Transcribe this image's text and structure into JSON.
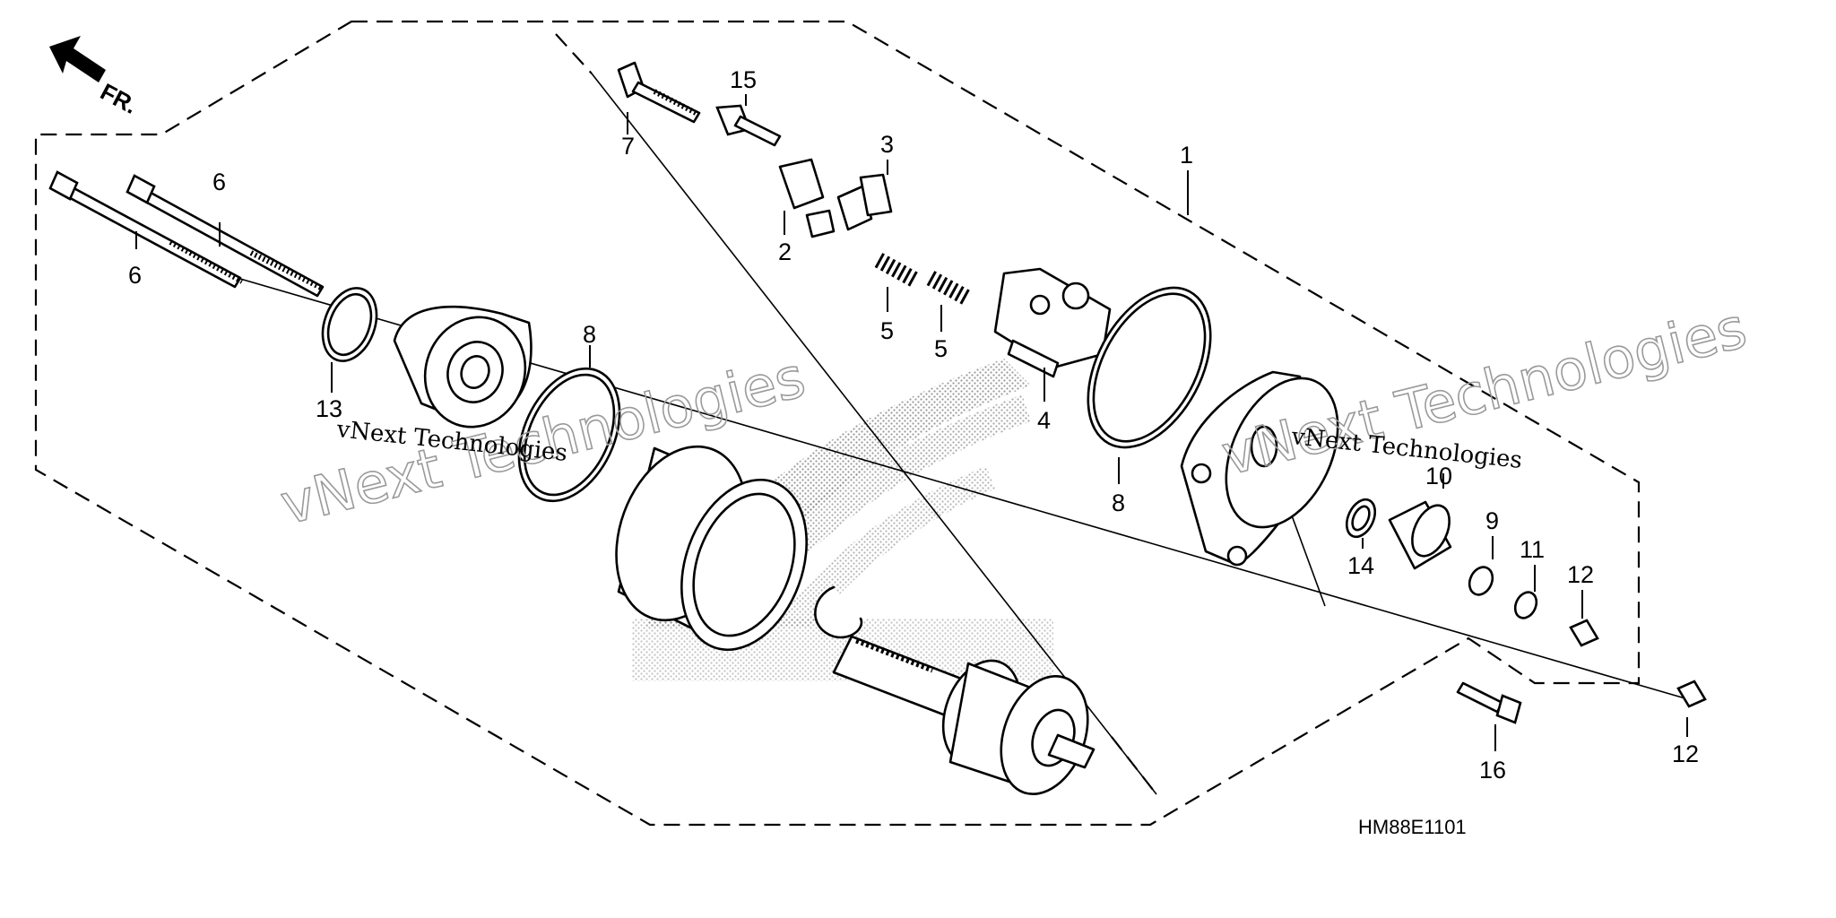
{
  "direction": {
    "label": "FR.",
    "icon": "front-direction-arrow-icon"
  },
  "callouts": {
    "c1": "1",
    "c2": "2",
    "c3": "3",
    "c4": "4",
    "c5a": "5",
    "c5b": "5",
    "c6a": "6",
    "c6b": "6",
    "c7": "7",
    "c8a": "8",
    "c8b": "8",
    "c9": "9",
    "c10": "10",
    "c11": "11",
    "c12a": "12",
    "c12b": "12",
    "c13": "13",
    "c14": "14",
    "c15": "15",
    "c16": "16"
  },
  "diagram_code": "HM88E1101",
  "watermark": {
    "outline_left": "vNext Technologies",
    "outline_right": "vNext Technologies",
    "plain_left": "vNext Technologies",
    "plain_right": "vNext Technologies"
  },
  "background_logo": {
    "icon": "honda-wing-logo-icon"
  }
}
